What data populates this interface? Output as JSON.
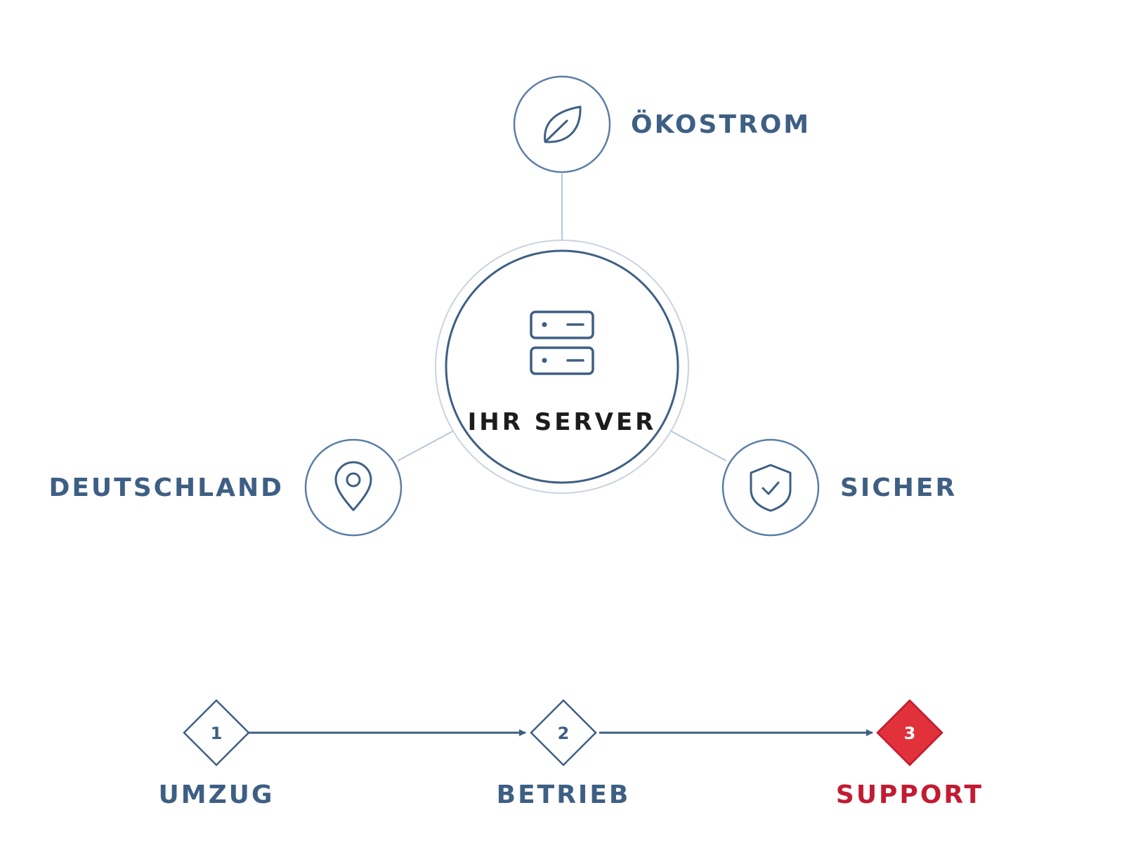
{
  "colors": {
    "primary": "#3e5f84",
    "ring": "#5a7ea6",
    "connector": "#b7c7d8",
    "outer_ring": "#c9d3de",
    "center_text": "#1c1c1c",
    "accent": "#e1313b",
    "accent_text": "#c21b32"
  },
  "hub": {
    "label": "IHR SERVER",
    "icon": "server-icon"
  },
  "features": [
    {
      "label": "ÖKOSTROM",
      "icon": "leaf-icon"
    },
    {
      "label": "DEUTSCHLAND",
      "icon": "location-pin-icon"
    },
    {
      "label": "SICHER",
      "icon": "shield-check-icon"
    }
  ],
  "steps": [
    {
      "number": "1",
      "label": "UMZUG",
      "active": false
    },
    {
      "number": "2",
      "label": "BETRIEB",
      "active": false
    },
    {
      "number": "3",
      "label": "SUPPORT",
      "active": true
    }
  ]
}
